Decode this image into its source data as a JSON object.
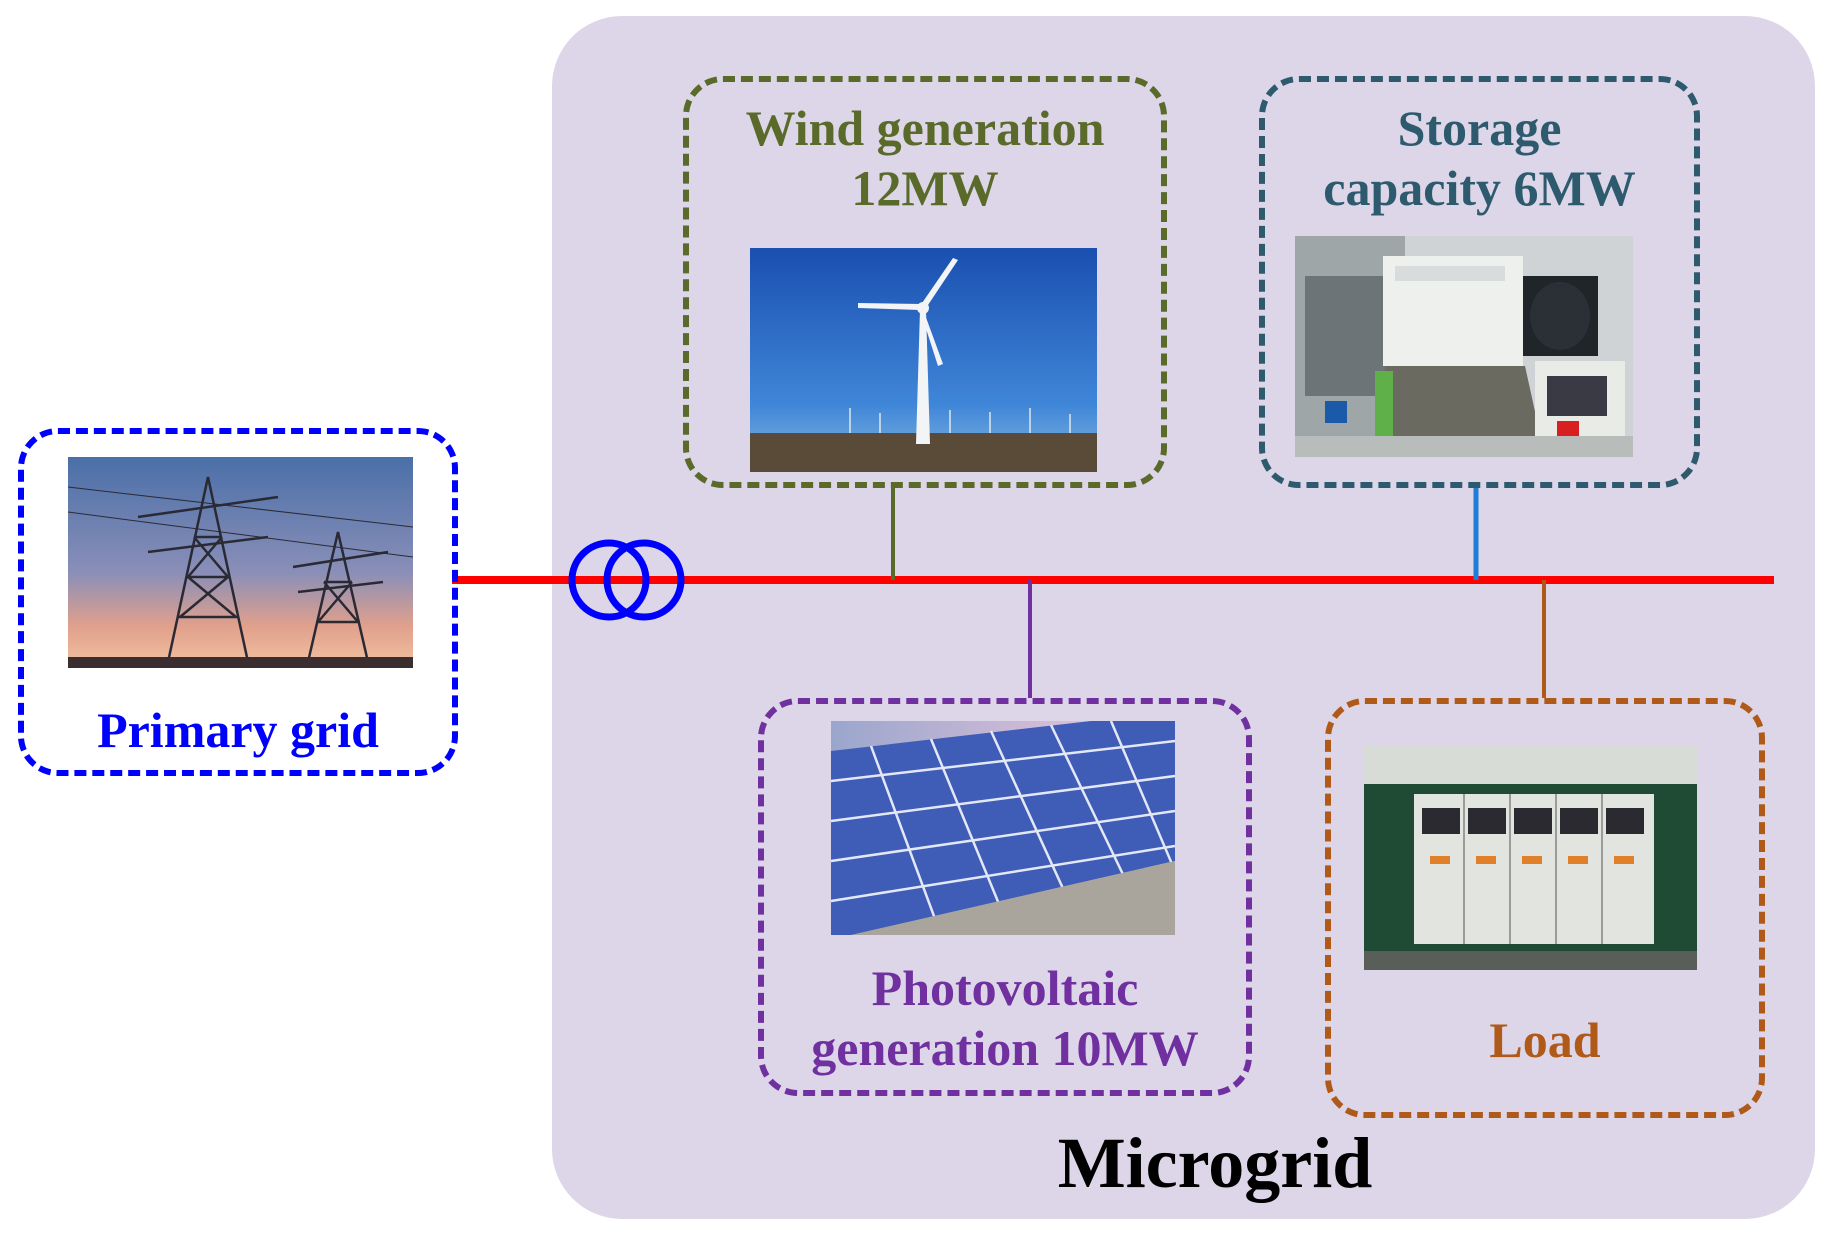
{
  "diagram": {
    "microgrid_label": "Microgrid",
    "colors": {
      "panel": "#ddd6e8",
      "bus": "#ff0000",
      "primary": "#0000ff",
      "wind": "#5a6a2a",
      "storage": "#2e5a6e",
      "pv": "#7030a0",
      "load": "#b05a1a",
      "storage_link": "#1f7ed8"
    },
    "primary_grid": {
      "label": "Primary grid",
      "image_icon": "transmission-tower-photo"
    },
    "transformer": {
      "icon": "transformer-icon"
    },
    "wind": {
      "label_line1": "Wind generation",
      "label_line2": "12MW",
      "image_icon": "wind-turbine-photo"
    },
    "storage": {
      "label_line1": "Storage",
      "label_line2": "capacity 6MW",
      "image_icon": "energy-storage-photo"
    },
    "photovoltaic": {
      "label_line1": "Photovoltaic",
      "label_line2": "generation 10MW",
      "image_icon": "solar-panel-photo"
    },
    "load": {
      "label": "Load",
      "image_icon": "switchgear-cabinet-photo"
    }
  }
}
